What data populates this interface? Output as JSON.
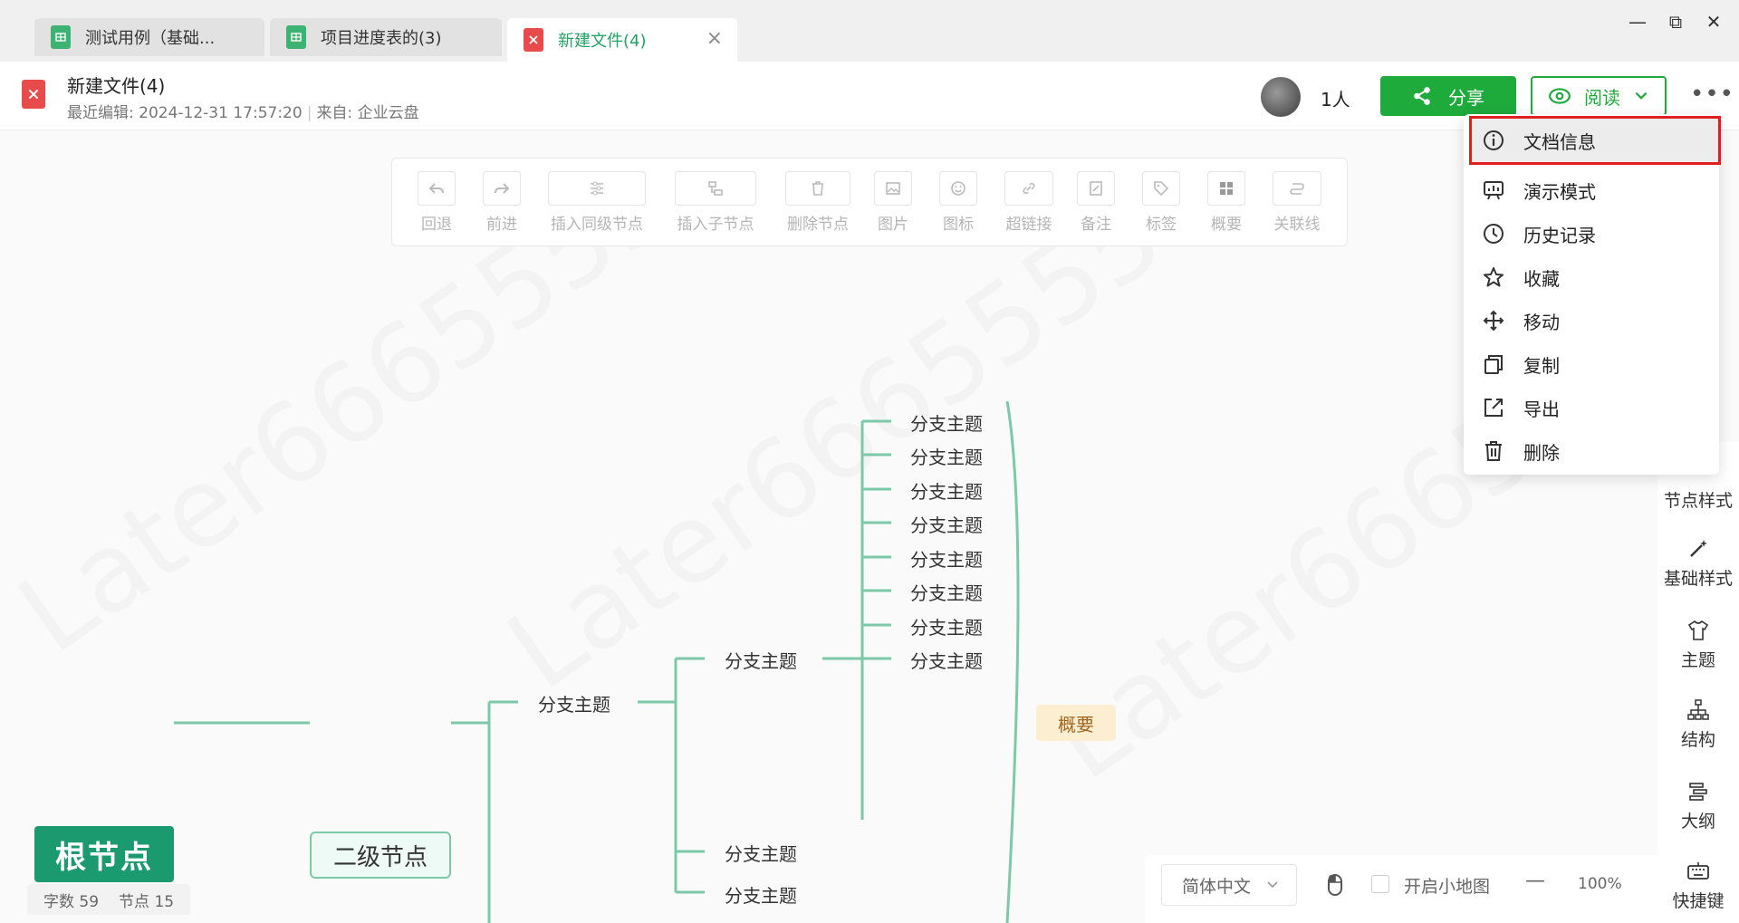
{
  "tabs": [
    {
      "label": "测试用例（基础...",
      "icon": "sheet-icon"
    },
    {
      "label": "项目进度表的(3)",
      "icon": "sheet-icon"
    },
    {
      "label": "新建文件(4)",
      "icon": "mindmap-icon"
    }
  ],
  "window": {
    "minimize": "—",
    "restore": "⧉",
    "close": "✕"
  },
  "doc": {
    "title": "新建文件(4)",
    "edited_label": "最近编辑:",
    "edited_time": "2024-12-31 17:57:20",
    "source_label": "来自:",
    "source": "企业云盘"
  },
  "header": {
    "user_count": "1人",
    "share_label": "分享",
    "read_label": "阅读"
  },
  "toolbar": [
    {
      "label": "回退"
    },
    {
      "label": "前进"
    },
    {
      "label": "插入同级节点"
    },
    {
      "label": "插入子节点"
    },
    {
      "label": "删除节点"
    },
    {
      "label": "图片"
    },
    {
      "label": "图标"
    },
    {
      "label": "超链接"
    },
    {
      "label": "备注"
    },
    {
      "label": "标签"
    },
    {
      "label": "概要"
    },
    {
      "label": "关联线"
    }
  ],
  "menu": [
    {
      "label": "文档信息",
      "icon": "info-icon"
    },
    {
      "label": "演示模式",
      "icon": "presentation-icon"
    },
    {
      "label": "历史记录",
      "icon": "clock-icon"
    },
    {
      "label": "收藏",
      "icon": "star-icon"
    },
    {
      "label": "移动",
      "icon": "move-icon"
    },
    {
      "label": "复制",
      "icon": "copy-icon"
    },
    {
      "label": "导出",
      "icon": "export-icon"
    },
    {
      "label": "删除",
      "icon": "trash-icon"
    }
  ],
  "map": {
    "root": "根节点",
    "level2": "二级节点",
    "branch": "分支主题",
    "summary": "概要"
  },
  "side": [
    {
      "label": "节点样式"
    },
    {
      "label": "基础样式"
    },
    {
      "label": "主题"
    },
    {
      "label": "结构"
    },
    {
      "label": "大纲"
    },
    {
      "label": "快捷键"
    }
  ],
  "stats": {
    "words_label": "字数",
    "words": "59",
    "nodes_label": "节点",
    "nodes": "15"
  },
  "bottom": {
    "language": "简体中文",
    "minimap_label": "开启小地图",
    "zoom_minus": "—",
    "zoom": "100%"
  },
  "colors": {
    "accent": "#1faa3c",
    "root": "#1a9a6e",
    "line": "#7cc9a8",
    "highlight": "#e02020"
  }
}
